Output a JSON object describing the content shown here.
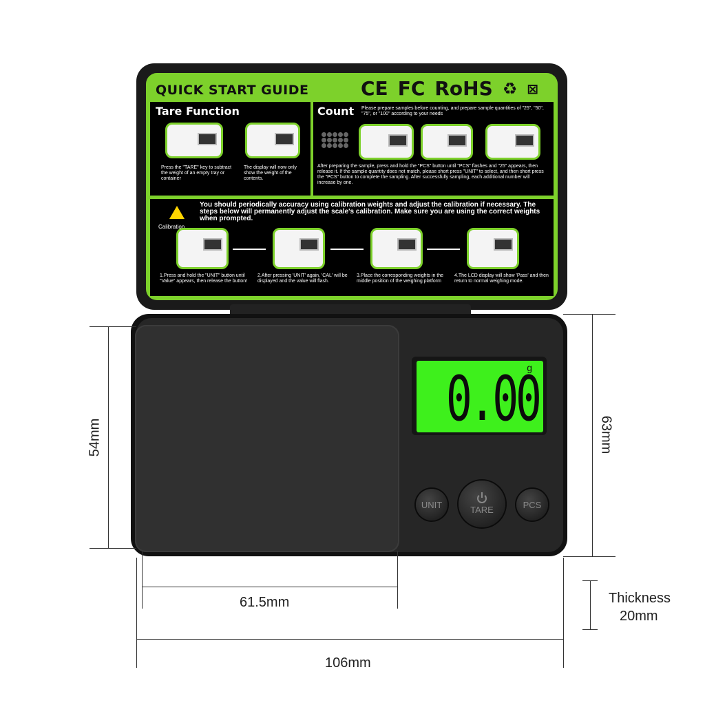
{
  "guide": {
    "title": "QUICK START GUIDE",
    "certs": [
      "CE",
      "FC",
      "RoHS"
    ],
    "tare": {
      "heading": "Tare Function",
      "step1": "Press the \"TARE\" key to subtract the weight of an empty tray or container",
      "step2": "The display will now only show the weight of the contents."
    },
    "count": {
      "heading": "Count",
      "intro": "Please prepare samples before counting, and prepare sample quantities of \"25\", \"50\", \"75\", or \"100\" according to your needs",
      "body": "After preparing the sample, press and hold the \"PCS\" button until \"PCS\" flashes and \"25\" appears, then release it. If the sample quantity does not match, please short press \"UNIT\" to select, and then short press the \"PCS\" button to complete the sampling. After successfully sampling, each additional number will increase by one."
    },
    "calibration": {
      "label": "Calibration",
      "intro": "You should periodically accuracy using calibration weights and adjust the calibration if necessary. The steps below will permanently adjust the scale's calibration. Make sure you are using the correct weights when prompted.",
      "steps": [
        "1.Press and hold the \"UNIT\" button until \"Value\" appears, then release the button!",
        "2.After pressing 'UNIT' again, 'CAL' will be displayed and the value will flash.",
        "3.Place the corresponding weights in the middle position of the weighing platform",
        "4.The LCD display will show 'Pass' and then return to normal weighing mode."
      ]
    }
  },
  "display": {
    "value": "0.00",
    "unit": "g",
    "color": "#3ef01c"
  },
  "buttons": {
    "unit": "UNIT",
    "tare": "TARE",
    "pcs": "PCS"
  },
  "dimensions": {
    "platform_height": "54mm",
    "platform_width": "61.5mm",
    "total_height": "63mm",
    "total_width": "106mm",
    "thickness_label": "Thickness",
    "thickness_value": "20mm"
  }
}
